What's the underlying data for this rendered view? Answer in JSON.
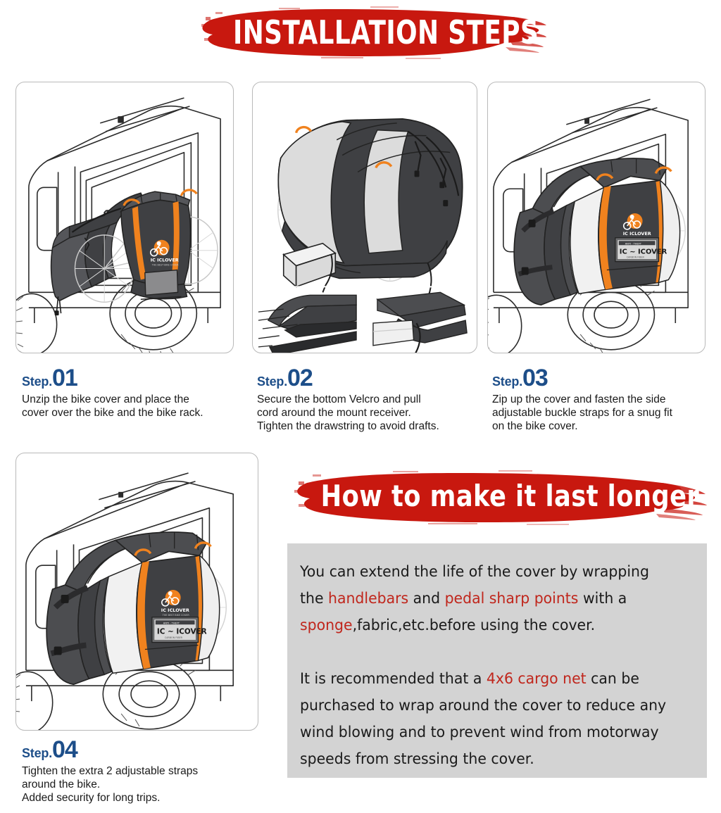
{
  "page": {
    "title_banner": "INSTALLATION STEPS",
    "longer_banner": "How to make it last longer",
    "accent_red": "#c8180f",
    "accent_blue": "#1d4e89",
    "accent_orange": "#f0821e",
    "box_gray": "#d3d3d3",
    "cover_dark": "#4c4c4e",
    "cover_mid": "#6e6e70"
  },
  "steps": [
    {
      "label": "Step.",
      "number": "01",
      "body": "Unzip the bike cover and place the\ncover over the bike and the bike rack.",
      "illustration": "suv-rear-with-open-bike-cover"
    },
    {
      "label": "Step.",
      "number": "02",
      "body": "Secure the bottom Velcro and pull\ncord around the mount receiver.\nTighten the drawstring to avoid drafts.",
      "illustration": "bike-cover-rear-with-hitch-receiver-and-two-detail-insets"
    },
    {
      "label": "Step.",
      "number": "03",
      "body": "Zip up the cover and fasten the side\nadjustable buckle straps for a snug fit\non the bike cover.",
      "illustration": "suv-rear-with-zipped-bike-cover"
    },
    {
      "label": "Step.",
      "number": "04",
      "body": "Tighten the extra 2 adjustable straps\naround the bike.\nAdded security for long trips.",
      "illustration": "suv-rear-with-bike-cover-and-extra-straps"
    }
  ],
  "tips": {
    "paragraph_1": [
      {
        "text": "You can extend the life of the cover by wrapping the ",
        "highlight": false
      },
      {
        "text": "handlebars",
        "highlight": true
      },
      {
        "text": " and ",
        "highlight": false
      },
      {
        "text": "pedal sharp points",
        "highlight": true
      },
      {
        "text": " with a ",
        "highlight": false
      },
      {
        "text": "sponge",
        "highlight": true
      },
      {
        "text": ",fabric,etc.before using the cover.",
        "highlight": false
      }
    ],
    "paragraph_2": [
      {
        "text": "It is recommended that a ",
        "highlight": false
      },
      {
        "text": "4x6 cargo net",
        "highlight": true
      },
      {
        "text": " can be purchased to wrap around the cover to reduce any wind blowing and to prevent wind from motorway speeds from stressing the cover.",
        "highlight": false
      }
    ]
  },
  "branding": {
    "logo_text": "IC ICLOVER",
    "logo_tagline": "THE BEST BIKE COVER",
    "plate_top": "ANTI - THEFT",
    "plate_text": "IC ~ ICOVER",
    "plate_bottom": "CARBON FIBER"
  }
}
